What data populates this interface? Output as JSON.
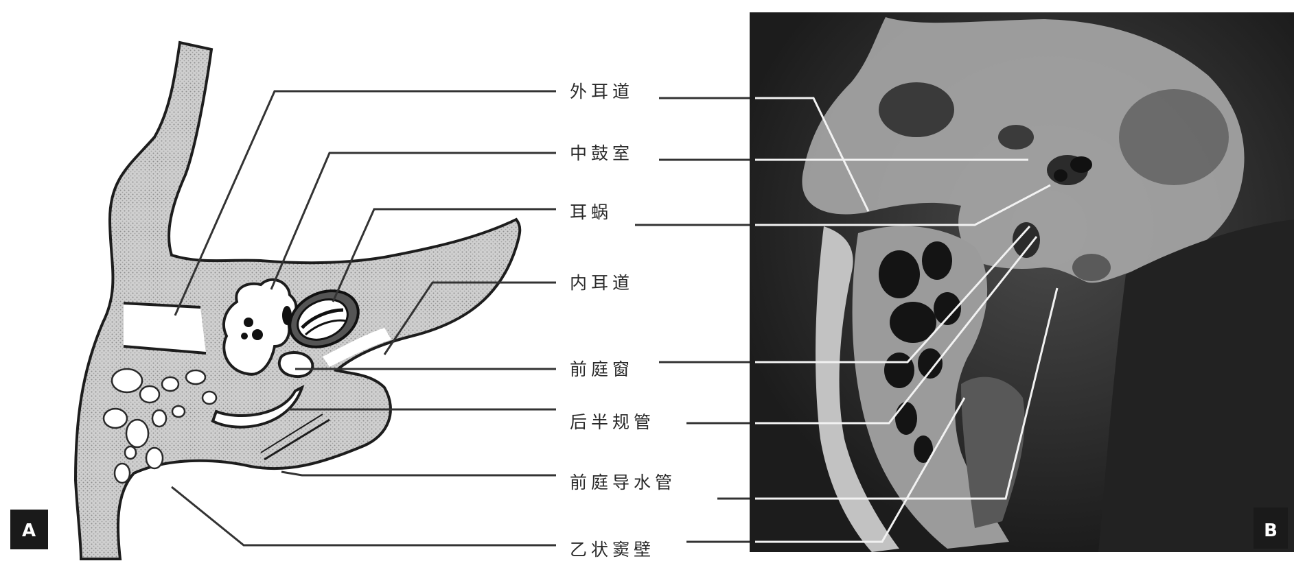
{
  "panels": {
    "a_letter": "A",
    "b_letter": "B"
  },
  "labels": [
    {
      "id": "external-auditory-canal",
      "text": "外耳道"
    },
    {
      "id": "tympanic-cavity",
      "text": "中鼓室"
    },
    {
      "id": "cochlea",
      "text": "耳蜗"
    },
    {
      "id": "internal-auditory-canal",
      "text": "内耳道"
    },
    {
      "id": "oval-window",
      "text": "前庭窗"
    },
    {
      "id": "posterior-semicircular-canal",
      "text": "后半规管"
    },
    {
      "id": "vestibular-aqueduct",
      "text": "前庭导水管"
    },
    {
      "id": "sigmoid-sinus-wall",
      "text": "乙状窦壁"
    }
  ],
  "colors": {
    "bone_fill": "#b9b9b9",
    "ct_background": "#262626",
    "leader_line": "#333333",
    "ct_leader_line": "#f2f2f2",
    "label_box": "#1a1a1a"
  }
}
